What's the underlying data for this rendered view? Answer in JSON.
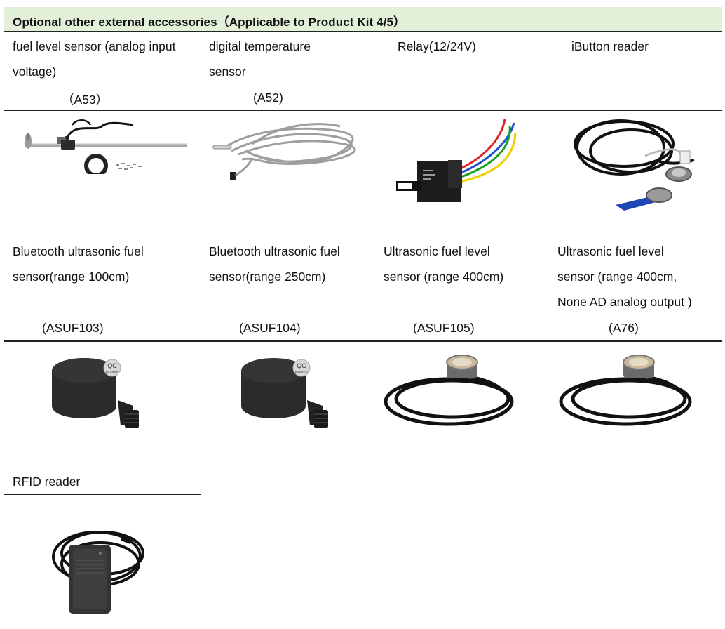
{
  "header": {
    "title": "Optional other external accessories（Applicable to Product Kit 4/5）"
  },
  "row1": [
    {
      "line1": "fuel level sensor (analog input",
      "line2": "voltage)",
      "code": "（A53）"
    },
    {
      "line1": "digital temperature",
      "line2": "sensor",
      "code": "(A52)"
    },
    {
      "line1": "Relay(12/24V)",
      "line2": "",
      "code": ""
    },
    {
      "line1": "iButton reader",
      "line2": "",
      "code": ""
    }
  ],
  "row2": [
    {
      "line1": "Bluetooth ultrasonic fuel",
      "line2": "sensor(range 100cm)",
      "line3": "",
      "code": "(ASUF103)"
    },
    {
      "line1": "Bluetooth ultrasonic fuel",
      "line2": "sensor(range 250cm)",
      "line3": "",
      "code": "(ASUF104)"
    },
    {
      "line1": "Ultrasonic fuel level",
      "line2": "sensor (range 400cm)",
      "line3": "",
      "code": "(ASUF105)"
    },
    {
      "line1": "Ultrasonic fuel level",
      "line2": "sensor (range 400cm,",
      "line3": "None AD analog output )",
      "code": "(A76)"
    }
  ],
  "row3": [
    {
      "line1": "RFID reader"
    }
  ],
  "product_marks": {
    "qc": "QC",
    "passed": "PASSED"
  },
  "images": {
    "fuel_level_sensor": "fuel-level-sensor-photo",
    "temperature_sensor": "temperature-sensor-photo",
    "relay": "relay-photo",
    "ibutton_reader": "ibutton-reader-photo",
    "bt_sensor_100": "bluetooth-ultrasonic-sensor-photo",
    "bt_sensor_250": "bluetooth-ultrasonic-sensor-photo",
    "ultrasonic_400": "ultrasonic-sensor-photo",
    "ultrasonic_400_no_ad": "ultrasonic-sensor-photo",
    "rfid_reader": "rfid-reader-photo"
  },
  "colors": {
    "header_bg": "#e2efd9",
    "rule": "#222222",
    "text": "#111111"
  }
}
